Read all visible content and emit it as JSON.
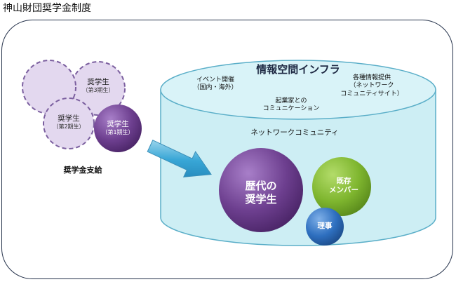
{
  "title": "神山財団奨学金制度",
  "scholars": [
    {
      "name": "奨学生",
      "cohort": "（第3期生）"
    },
    {
      "name": "奨学生",
      "cohort": "（第2期生）"
    },
    {
      "name": "奨学生",
      "cohort": "（第1期生）"
    }
  ],
  "funding_label": "奨学金支給",
  "infra": {
    "title": "情報空間インフラ",
    "event_line1": "イベント開催",
    "event_line2": "（国内・海外）",
    "comm_line1": "起業家との",
    "comm_line2": "コミュニケーション",
    "info_line1": "各種情報提供",
    "info_line2": "（ネットワーク",
    "info_line3": "コミュニティサイト）",
    "network_label": "ネットワークコミュニティ"
  },
  "community": {
    "alumni_line1": "歴代の",
    "alumni_line2": "奨学生",
    "members_line1": "既存",
    "members_line2": "メンバー",
    "director": "理事"
  },
  "colors": {
    "frame": "#24314a",
    "cylinder": "#cdeef4",
    "cylinder_edge": "#5aaec8",
    "dashed_circle": "#e1d6ee",
    "dashed_edge": "#7b5f9f",
    "purple": "#6b3f8c",
    "green": "#7fb62f",
    "blue": "#2e6fbf",
    "arrow": "#2f9fd0"
  }
}
